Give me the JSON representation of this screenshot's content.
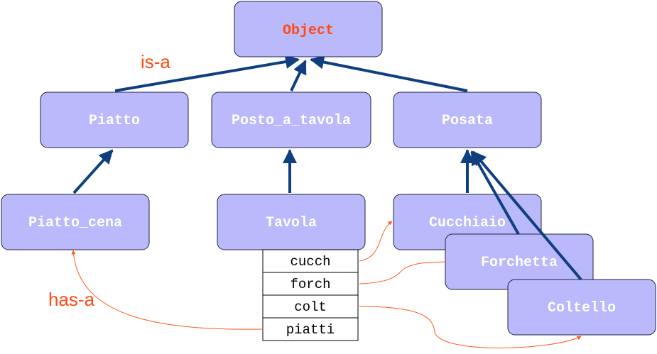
{
  "colors": {
    "node_fill": "#b9b9fb",
    "node_stroke": "#222244",
    "node_text": "#ffffff",
    "root_text": "#ff4a10",
    "inherit_arrow": "#0f3f7f",
    "hasa_arrow": "#ff5a1a",
    "annotation": "#ff4a10"
  },
  "nodes": {
    "object": "Object",
    "piatto": "Piatto",
    "posto_a_tavola": "Posto_a_tavola",
    "posata": "Posata",
    "piatto_cena": "Piatto_cena",
    "tavola": "Tavola",
    "cucchiaio": "Cucchiaio",
    "forchetta": "Forchetta",
    "coltello": "Coltello"
  },
  "tavola_fields": [
    "cucch",
    "forch",
    "colt",
    "piatti"
  ],
  "annotations": {
    "is_a": "is-a",
    "has_a": "has-a"
  }
}
